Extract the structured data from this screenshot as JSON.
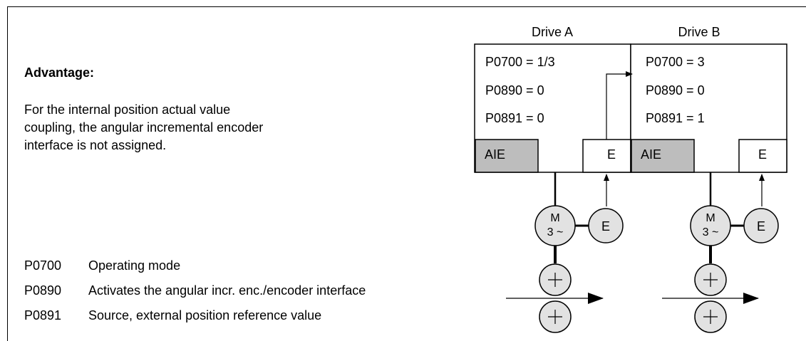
{
  "advantage": {
    "title": "Advantage:",
    "lines": [
      "For the internal position actual value",
      "coupling, the angular incremental encoder",
      "interface is not assigned."
    ]
  },
  "parameters": [
    {
      "code": "P0700",
      "desc": "Operating mode"
    },
    {
      "code": "P0890",
      "desc": "Activates the angular incr. enc./encoder interface"
    },
    {
      "code": "P0891",
      "desc": "Source, external position reference value"
    }
  ],
  "drives": [
    {
      "label": "Drive A",
      "params": [
        "P0700 = 1/3",
        "P0890 = 0",
        "P0891 = 0"
      ],
      "aie_label": "AIE",
      "e_label": "E",
      "motor_top": "M",
      "motor_bottom": "3 ~",
      "encoder_label": "E"
    },
    {
      "label": "Drive B",
      "params": [
        "P0700 = 3",
        "P0890 = 0",
        "P0891 = 1"
      ],
      "aie_label": "AIE",
      "e_label": "E",
      "motor_top": "M",
      "motor_bottom": "3 ~",
      "encoder_label": "E"
    }
  ],
  "colors": {
    "aie_fill": "#bdbdbd",
    "circle_fill": "#e2e2e2",
    "line": "#000000"
  }
}
